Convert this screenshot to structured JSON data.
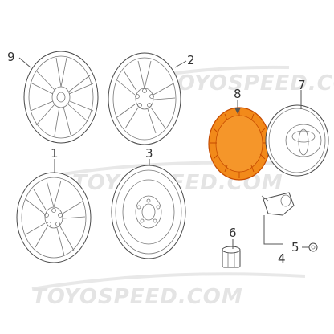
{
  "watermark": {
    "top": "TOYOSPEED.COM",
    "middle": "TOYOSPEED.COM",
    "bottom": "TOYOSPEED.COM"
  },
  "callouts": {
    "c1": "1",
    "c2": "2",
    "c3": "3",
    "c4": "4",
    "c5": "5",
    "c6": "6",
    "c7": "7",
    "c8": "8",
    "c9": "9"
  },
  "colors": {
    "highlight_fill": "#f28a1a",
    "highlight_stroke": "#c64b00",
    "line": "#555555"
  }
}
